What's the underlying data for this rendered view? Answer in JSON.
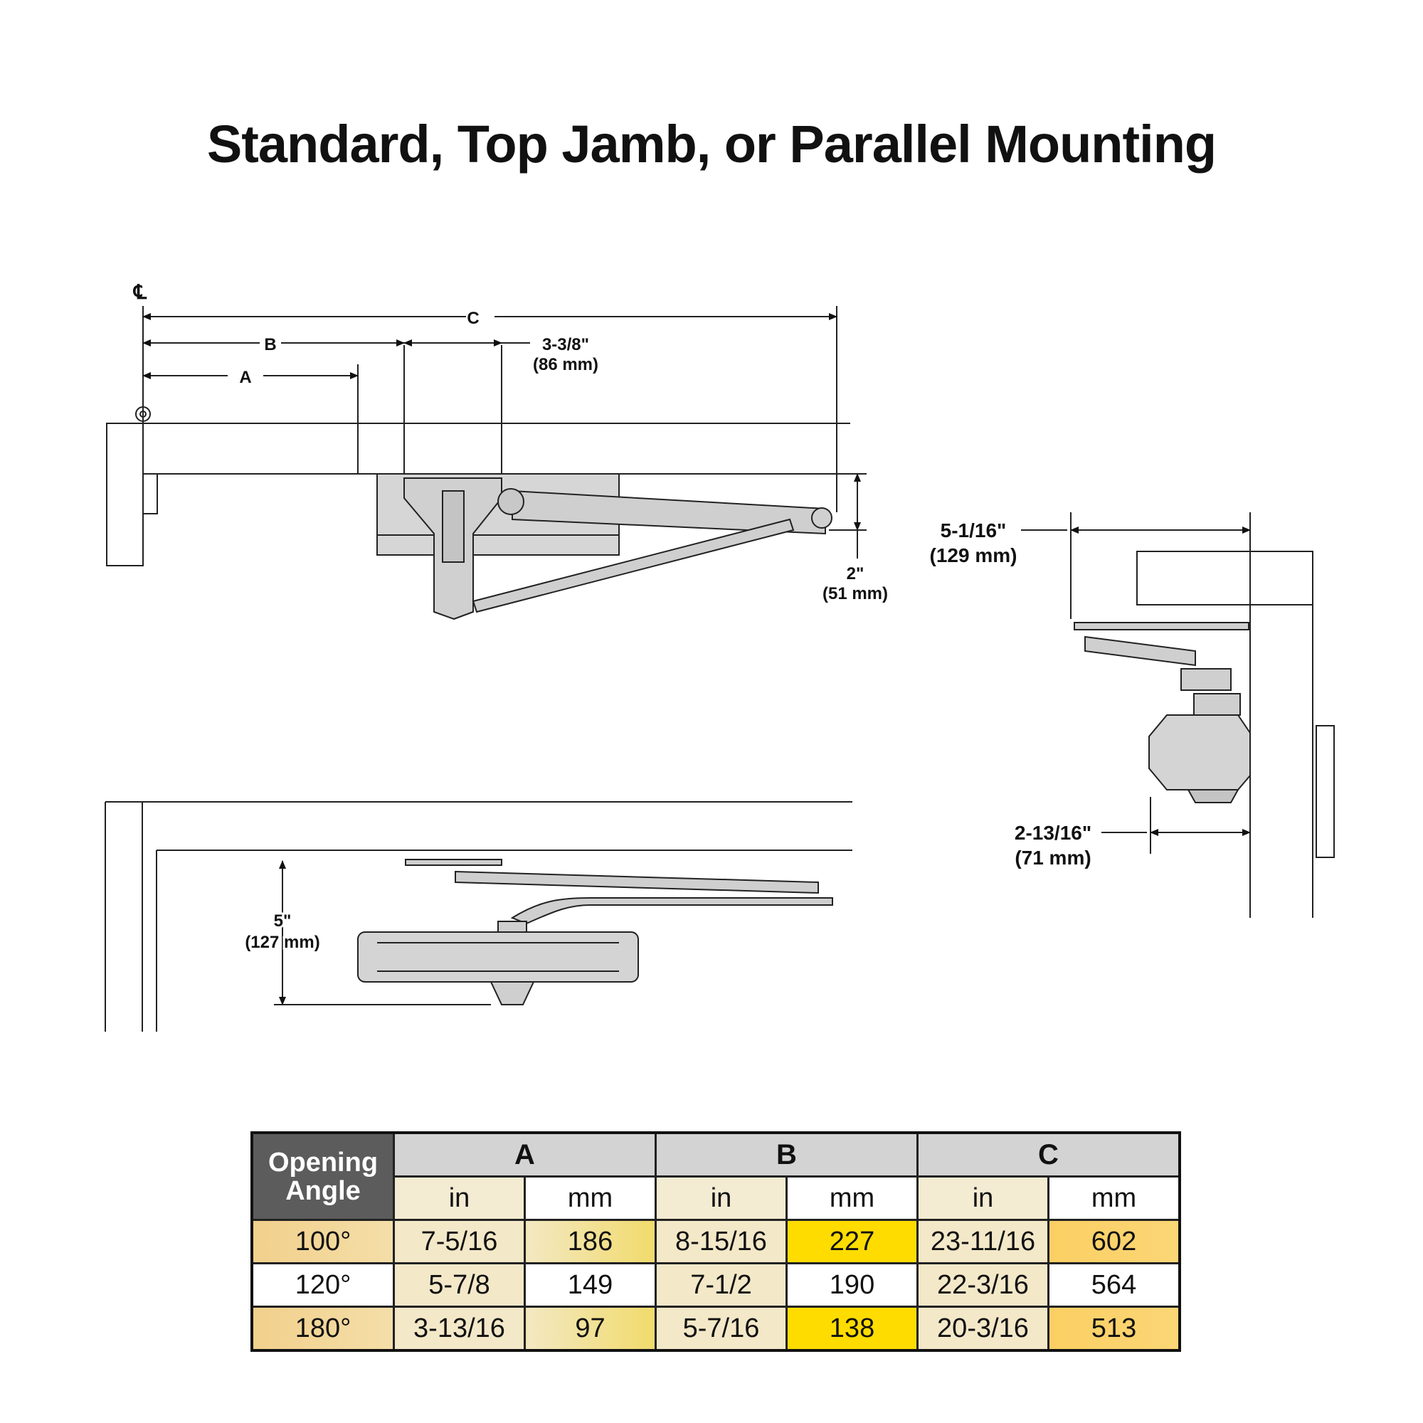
{
  "title": "Standard, Top Jamb, or Parallel Mounting",
  "top_view": {
    "centerline_symbol": "℄",
    "dim_c": "C",
    "dim_b": "B",
    "dim_a": "A",
    "offset_in": "3-3/8\"",
    "offset_mm": "(86 mm)",
    "arm_in": "2\"",
    "arm_mm": "(51 mm)"
  },
  "side_view": {
    "width_in": "5-1/16\"",
    "width_mm": "(129 mm)",
    "depth_in": "2-13/16\"",
    "depth_mm": "(71 mm)"
  },
  "front_view": {
    "height_in": "5\"",
    "height_mm": "(127 mm)"
  },
  "table": {
    "angle_header": [
      "Opening",
      "Angle"
    ],
    "groups": [
      "A",
      "B",
      "C"
    ],
    "units": [
      "in",
      "mm",
      "in",
      "mm",
      "in",
      "mm"
    ],
    "rows": [
      {
        "angle": "100°",
        "cells": [
          "7-5/16",
          "186",
          "8-15/16",
          "227",
          "23-11/16",
          "602"
        ]
      },
      {
        "angle": "120°",
        "cells": [
          "5-7/8",
          "149",
          "7-1/2",
          "190",
          "22-3/16",
          "564"
        ]
      },
      {
        "angle": "180°",
        "cells": [
          "3-13/16",
          "97",
          "5-7/16",
          "138",
          "20-3/16",
          "513"
        ]
      }
    ]
  }
}
